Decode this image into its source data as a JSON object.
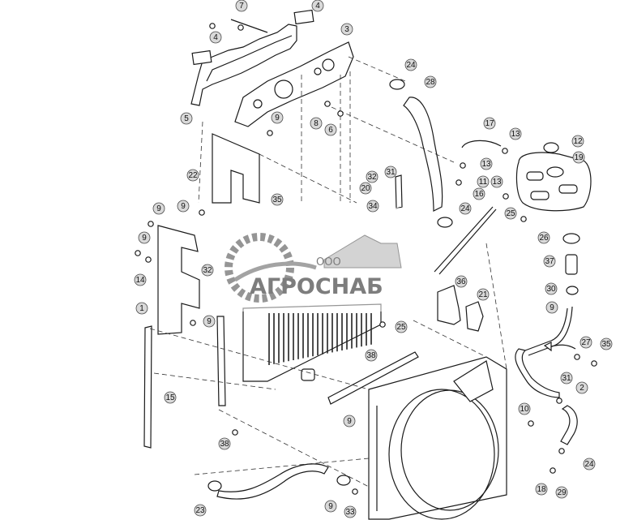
{
  "diagram": {
    "watermark": {
      "brand": "АГРОСНАБ",
      "prefix": "ООО"
    },
    "callout_labels": [
      "7",
      "4",
      "4",
      "3",
      "24",
      "28",
      "5",
      "9",
      "8",
      "6",
      "17",
      "13",
      "12",
      "22",
      "32",
      "31",
      "20",
      "13",
      "11",
      "13",
      "19",
      "35",
      "16",
      "9",
      "24",
      "25",
      "9",
      "26",
      "9",
      "32",
      "34",
      "14",
      "37",
      "36",
      "21",
      "1",
      "30",
      "9",
      "9",
      "25",
      "27",
      "35",
      "38",
      "31",
      "15",
      "2",
      "9",
      "10",
      "38",
      "24",
      "23",
      "9",
      "33",
      "18",
      "29"
    ]
  }
}
